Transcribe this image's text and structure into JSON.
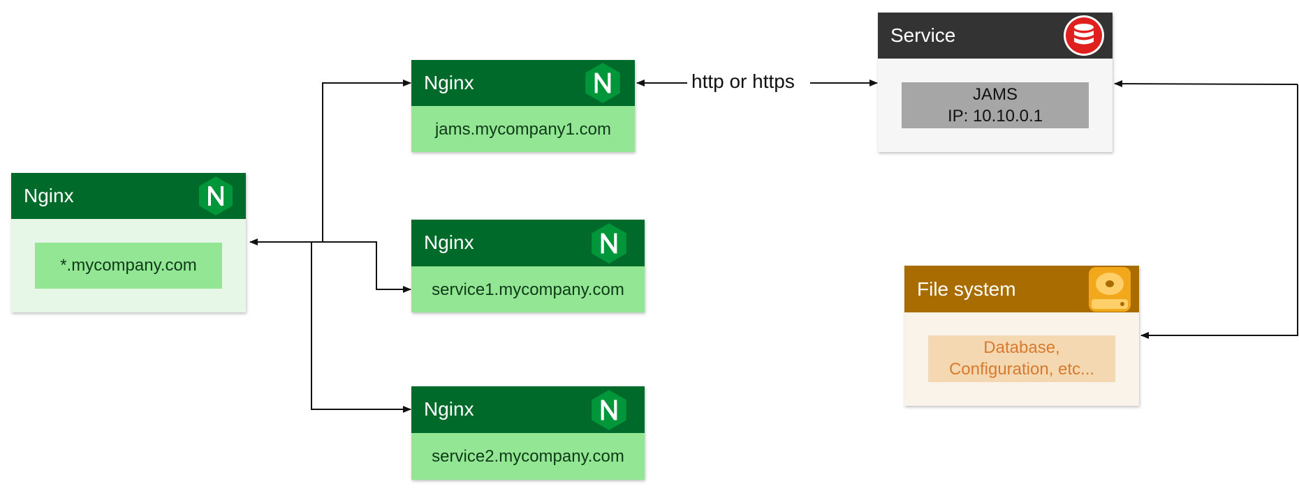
{
  "colors": {
    "nginx_header": "#006a2a",
    "nginx_body": "#92e694",
    "nginx_left_body": "#e6f6e7",
    "service_header": "#333333",
    "service_body": "#f6f6f6",
    "service_inner": "#a6a6a6",
    "fs_header": "#a96c00",
    "fs_body": "#faf3ea",
    "fs_inner": "#f3d8b2",
    "fs_text": "#d77a2e",
    "arrow": "#111111"
  },
  "nodes": {
    "nginx_left": {
      "title": "Nginx",
      "label": "*.mycompany.com",
      "icon": "nginx-icon"
    },
    "nginx_jams": {
      "title": "Nginx",
      "label": "jams.mycompany1.com",
      "icon": "nginx-icon"
    },
    "nginx_service1": {
      "title": "Nginx",
      "label": "service1.mycompany.com",
      "icon": "nginx-icon"
    },
    "nginx_service2": {
      "title": "Nginx",
      "label": "service2.mycompany.com",
      "icon": "nginx-icon"
    },
    "service": {
      "title": "Service",
      "line1": "JAMS",
      "line2": "IP: 10.10.0.1",
      "icon": "database-icon"
    },
    "file_system": {
      "title": "File system",
      "line1": "Database,",
      "line2": "Configuration, etc...",
      "icon": "hard-drive-icon"
    }
  },
  "edges": {
    "jams_to_service_label": "http or https"
  }
}
